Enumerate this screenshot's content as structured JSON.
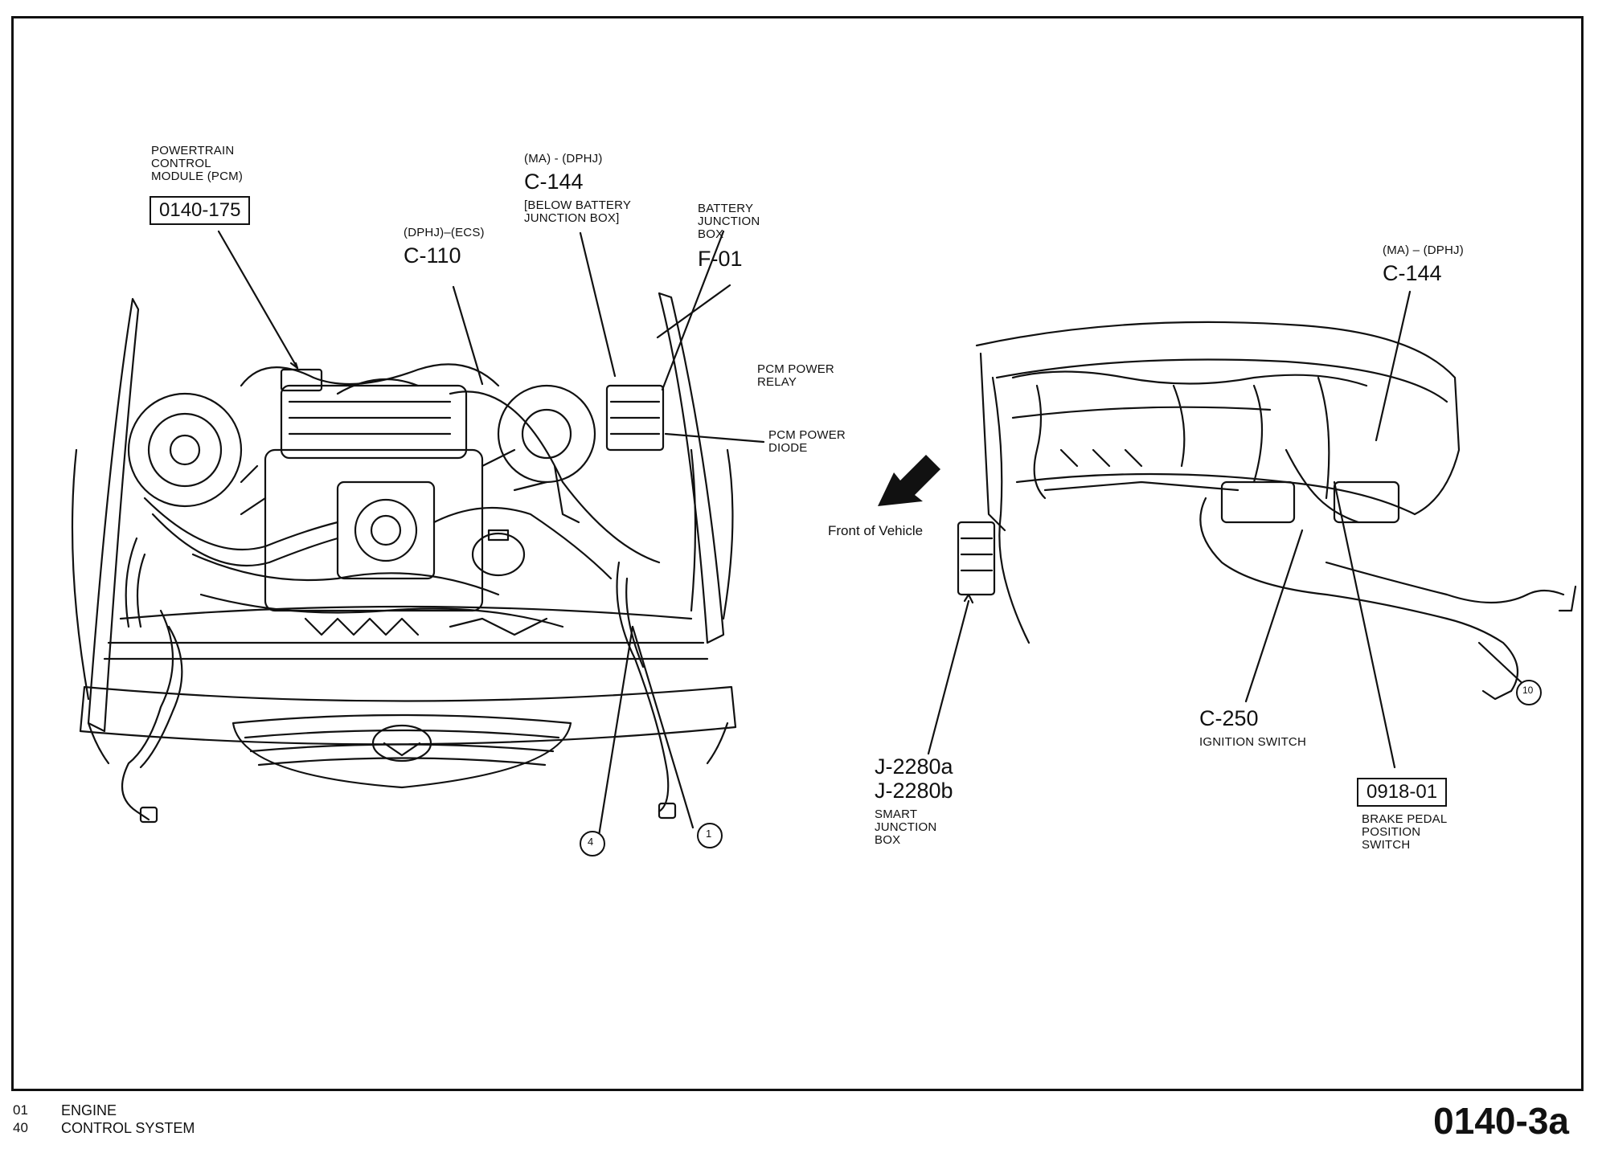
{
  "left_labels": {
    "pcm_title": [
      "POWERTRAIN",
      "CONTROL",
      "MODULE (PCM)"
    ],
    "pcm_ref": "0140-175",
    "c110_sub": "(DPHJ)–(ECS)",
    "c110": "C-110",
    "c144_sub": "(MA) - (DPHJ)",
    "c144": "C-144",
    "c144_note": [
      "[BELOW BATTERY",
      "JUNCTION BOX]"
    ],
    "bjb_title": [
      "BATTERY",
      "JUNCTION",
      "BOX"
    ],
    "bjb_ref": "F-01",
    "relay": [
      "PCM POWER",
      "RELAY"
    ],
    "diode": [
      "PCM POWER",
      "DIODE"
    ],
    "callout_4": "4",
    "callout_1": "1"
  },
  "right_labels": {
    "c144_sub": "(MA) – (DPHJ)",
    "c144": "C-144",
    "front": "Front of Vehicle",
    "j2280a": "J-2280a",
    "j2280b": "J-2280b",
    "sjb": [
      "SMART",
      "JUNCTION",
      "BOX"
    ],
    "c250": "C-250",
    "ign": "IGNITION SWITCH",
    "bpp_ref": "0918-01",
    "bpp": [
      "BRAKE PEDAL",
      "POSITION",
      "SWITCH"
    ],
    "callout_10": "10"
  },
  "footer": {
    "num1": "01",
    "num2": "40",
    "line1": "ENGINE",
    "line2": "CONTROL SYSTEM",
    "page_id": "0140-3a"
  }
}
